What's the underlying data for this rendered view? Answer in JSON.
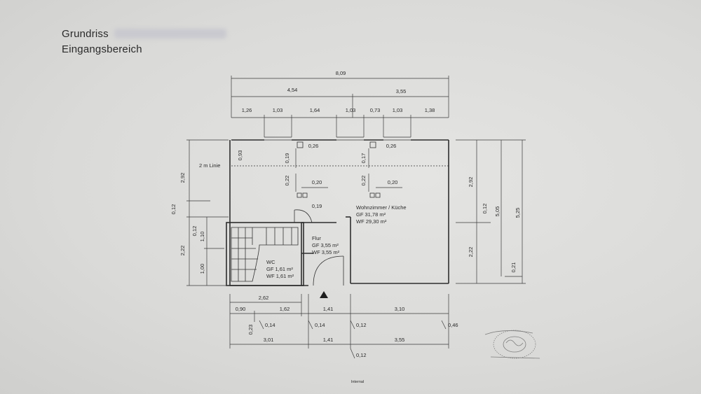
{
  "header": {
    "title_line1": "Grundriss",
    "title_line2": "Eingangsbereich"
  },
  "plan": {
    "line_label": "2 m Linie",
    "rooms": [
      {
        "name": "Wohnzimmer / Küche",
        "gf": "GF 31,78 m²",
        "wf": "WF 29,30 m²"
      },
      {
        "name": "Flur",
        "gf": "GF 3,55 m²",
        "wf": "WF 3,55 m²"
      },
      {
        "name": "WC",
        "gf": "GF 1,61 m²",
        "wf": "WF 1,61 m²"
      }
    ],
    "dims_top": {
      "total": "8,09",
      "split": [
        "4,54",
        "3,55"
      ],
      "segments": [
        "1,26",
        "1,03",
        "1,64",
        "1,03",
        "0,73",
        "1,03",
        "1,38"
      ]
    },
    "dims_inner": [
      "0,93",
      "0,26",
      "0,19",
      "0,17",
      "0,26",
      "0,22",
      "0,20",
      "0,22",
      "0,20",
      "0,19"
    ],
    "dims_left": [
      "2,92",
      "0,12",
      "0,12",
      "1,10",
      "2,22",
      "1,00"
    ],
    "dims_right": [
      "2,92",
      "0,12",
      "5,05",
      "5,25",
      "2,22",
      "0,21"
    ],
    "dims_bottom": {
      "upper": [
        "2,62",
        "0,90",
        "1,62",
        "1,41",
        "3,10"
      ],
      "mid": [
        "0,23",
        "0,14",
        "0,14",
        "0,12",
        "0,46"
      ],
      "lower": [
        "3,01",
        "1,41",
        "3,55"
      ],
      "below": "0,12"
    },
    "footer_note": "Internal"
  },
  "colors": {
    "paper": "#dcdcda",
    "ink": "#2e2e2e"
  }
}
